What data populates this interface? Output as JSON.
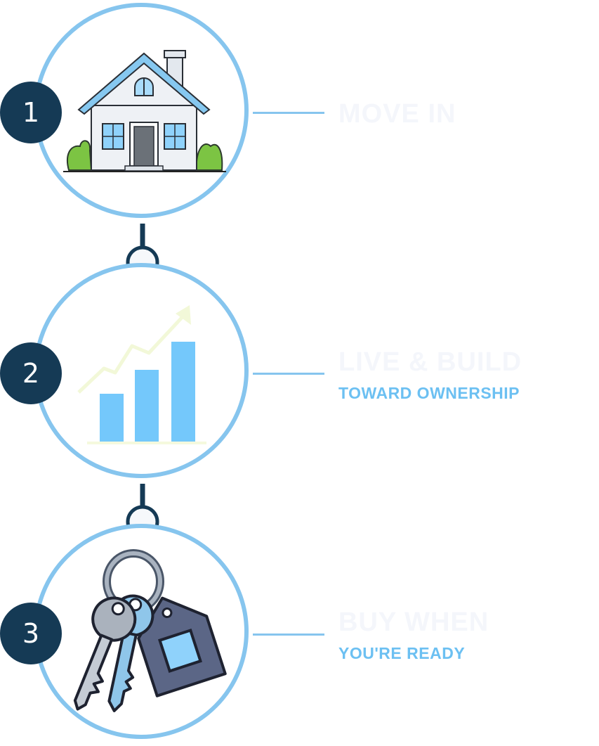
{
  "colors": {
    "ring": "#86c5ee",
    "badge": "#153a55",
    "connector": "#153a55",
    "title": "#f4f6fb",
    "subtitle": "#6cc0f2",
    "bar": "#74c8fb"
  },
  "steps": [
    {
      "number": "1",
      "title": "MOVE IN",
      "subtitle": "",
      "icon": "house-icon"
    },
    {
      "number": "2",
      "title": "LIVE & BUILD",
      "subtitle": "TOWARD OWNERSHIP",
      "icon": "bar-chart-icon"
    },
    {
      "number": "3",
      "title": "BUY WHEN",
      "subtitle": "YOU'RE READY",
      "icon": "house-keys-icon"
    }
  ]
}
